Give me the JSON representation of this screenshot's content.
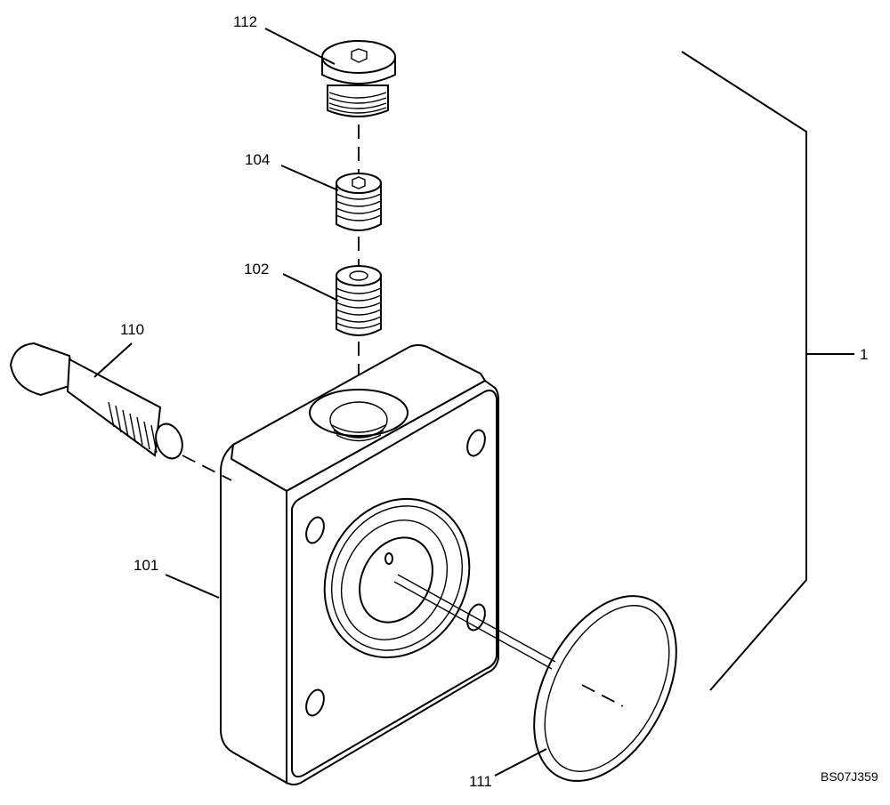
{
  "callouts": {
    "plug_112": "112",
    "screw_104": "104",
    "screw_102": "102",
    "bolt_110": "110",
    "body_101": "101",
    "oring_111": "111",
    "assembly_1": "1"
  },
  "drawing_code": "BS07J359"
}
